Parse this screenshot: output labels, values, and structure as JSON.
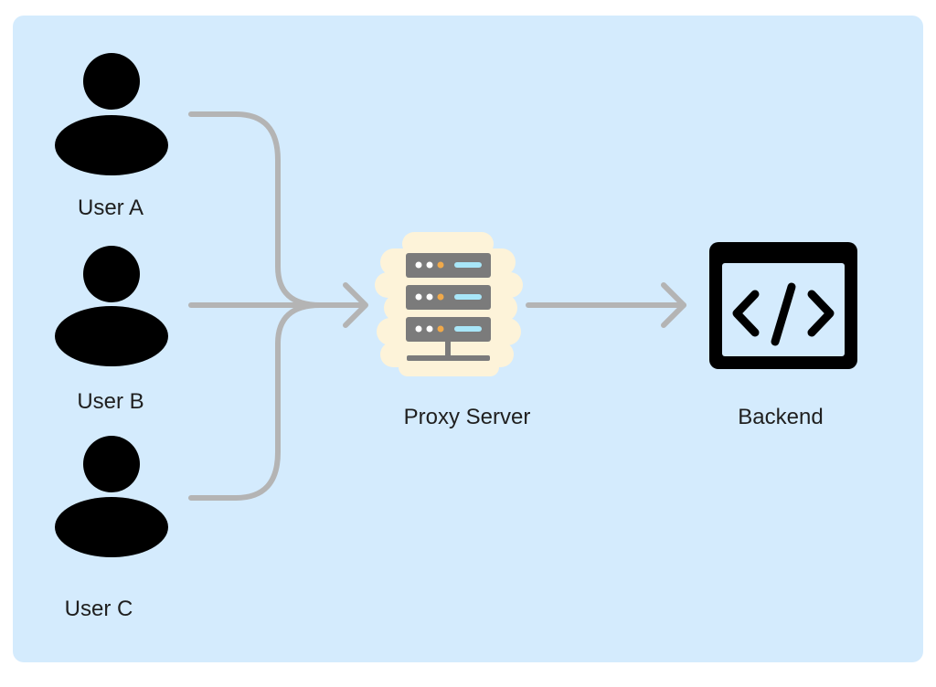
{
  "users": [
    {
      "label": "User A",
      "icon": "user-icon"
    },
    {
      "label": "User B",
      "icon": "user-icon"
    },
    {
      "label": "User C",
      "icon": "user-icon"
    }
  ],
  "proxy": {
    "label": "Proxy Server",
    "icon": "server-rack-icon"
  },
  "backend": {
    "label": "Backend",
    "icon": "code-window-icon"
  },
  "colors": {
    "panel_background": "#d4ebfd",
    "connector": "#b4b4b4",
    "icon_dark": "#000000",
    "server_body": "#7b7b7b",
    "server_glow": "#fdf3d9",
    "server_led_light": "#ffffff",
    "server_led_accent": "#f0a94a",
    "server_slot": "#a8e6f8"
  }
}
